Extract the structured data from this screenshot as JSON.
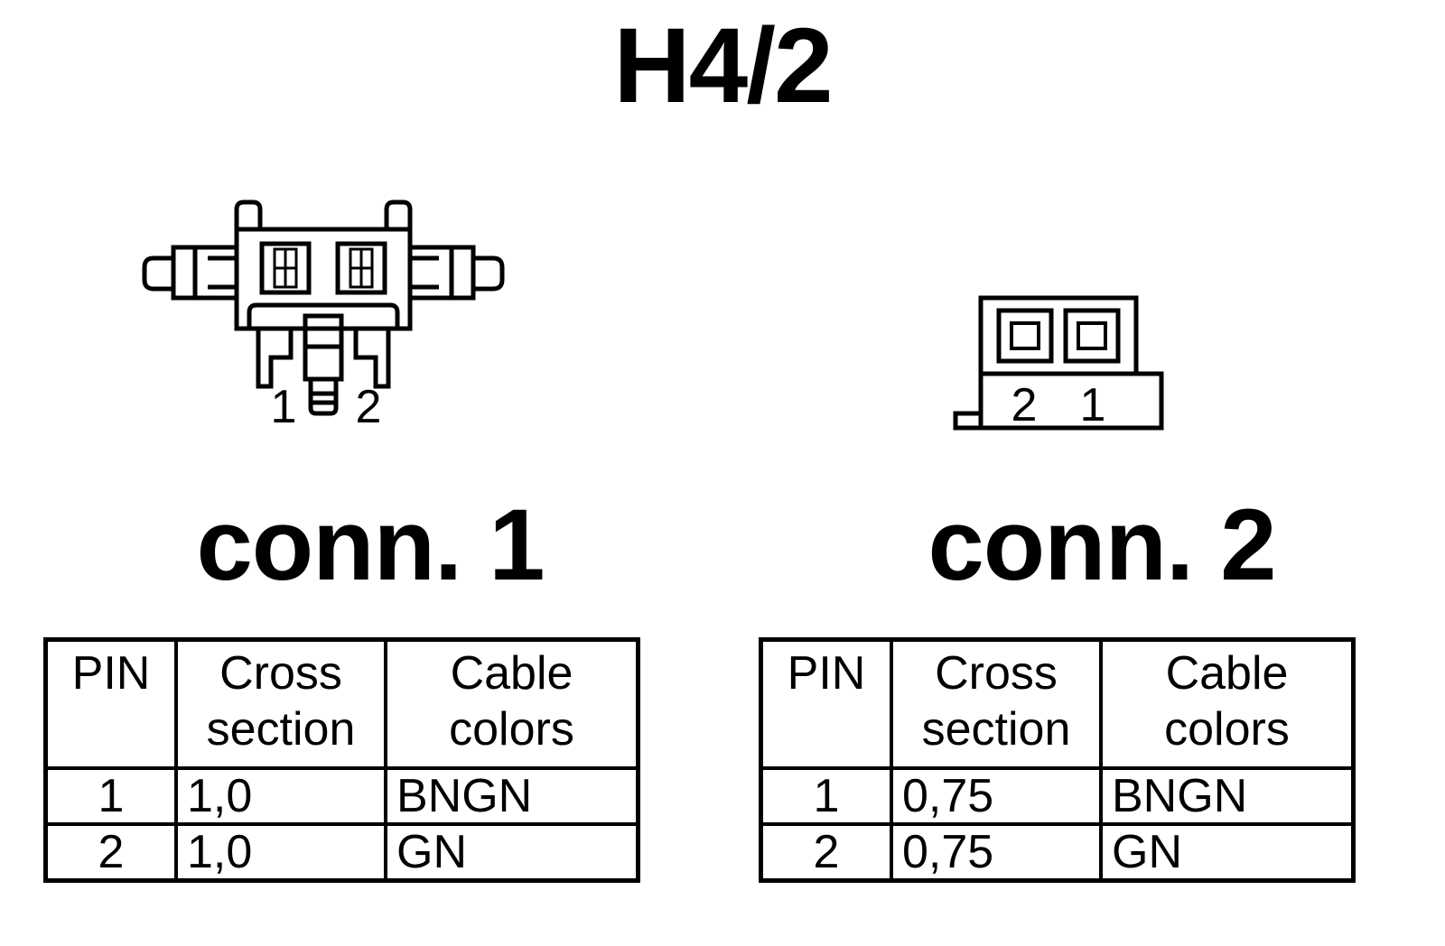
{
  "title": "H4/2",
  "connectors": [
    {
      "label": "conn. 1",
      "pin_labels": [
        "1",
        "2"
      ],
      "table": {
        "headers": [
          "PIN",
          "Cross\nsection",
          "Cable\ncolors"
        ],
        "rows": [
          [
            "1",
            "1,0",
            "BNGN"
          ],
          [
            "2",
            "1,0",
            "GN"
          ]
        ]
      }
    },
    {
      "label": "conn. 2",
      "pin_labels": [
        "2",
        "1"
      ],
      "table": {
        "headers": [
          "PIN",
          "Cross\nsection",
          "Cable\ncolors"
        ],
        "rows": [
          [
            "1",
            "0,75",
            "BNGN"
          ],
          [
            "2",
            "0,75",
            "GN"
          ]
        ]
      }
    }
  ],
  "colors": {
    "line": "#000000",
    "background": "#ffffff"
  }
}
